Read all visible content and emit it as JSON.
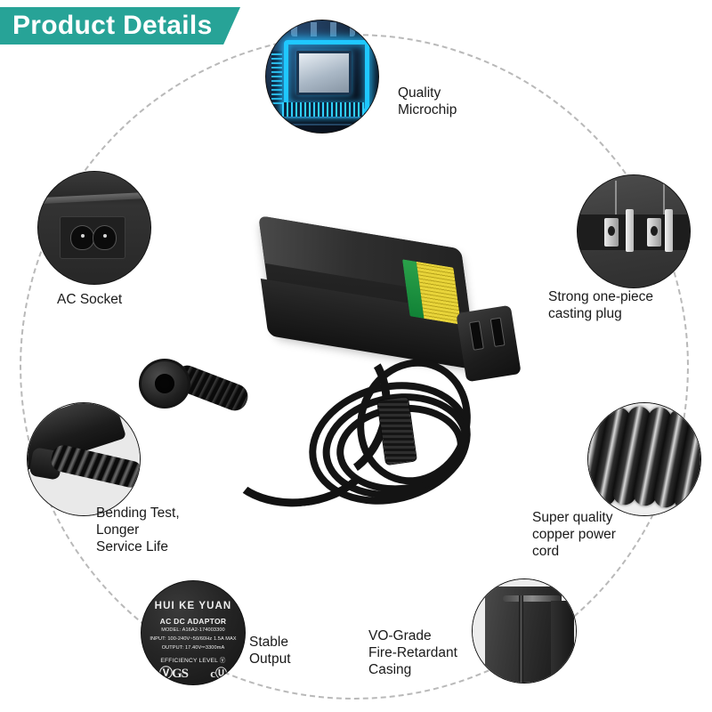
{
  "header": {
    "title": "Product Details",
    "banner_color": "#27a397",
    "text_color": "#ffffff"
  },
  "layout": {
    "dashed_circle_color": "#b9b9b9",
    "background": "#ffffff",
    "label_text_color": "#1a1a1a"
  },
  "product": {
    "name": "AC DC power adapter",
    "body_color": "#1f1f1f",
    "warning_label_colors": [
      "#2aa14a",
      "#e8d43a"
    ]
  },
  "callouts": [
    {
      "id": "microchip",
      "icon": "microchip-photo",
      "label": "Quality\nMicrochip",
      "accent_color": "#1fc8ff"
    },
    {
      "id": "ac-socket",
      "icon": "ac-socket-photo",
      "label": "AC Socket"
    },
    {
      "id": "casting-plug",
      "icon": "wall-plug-prongs-photo",
      "label": "Strong one-piece\ncasting plug"
    },
    {
      "id": "copper-cord",
      "icon": "coiled-cable-photo",
      "label": "Super quality\ncopper power\ncord"
    },
    {
      "id": "fire-retardant-casing",
      "icon": "adapter-casing-photo",
      "label": "VO-Grade\nFire-Retardant\nCasing"
    },
    {
      "id": "stable-output",
      "icon": "spec-label-photo",
      "label": "Stable\nOutput"
    },
    {
      "id": "bending-test",
      "icon": "strain-relief-photo",
      "label": "Bending Test,\nLonger\nService Life"
    }
  ],
  "spec_label": {
    "brand": "HUI KE YUAN",
    "type": "AC DC ADAPTOR",
    "model": "MODEL:  A16A2-174003300",
    "input": "INPUT: 100-240V~50/60Hz 1.5A MAX",
    "output": "OUTPUT:  17.40V⎓3300mA",
    "efficiency": "EFFICIENCY LEVEL Ⓥ",
    "mark_gs": "ⓋGS",
    "mark_ul": "cⓊ"
  }
}
